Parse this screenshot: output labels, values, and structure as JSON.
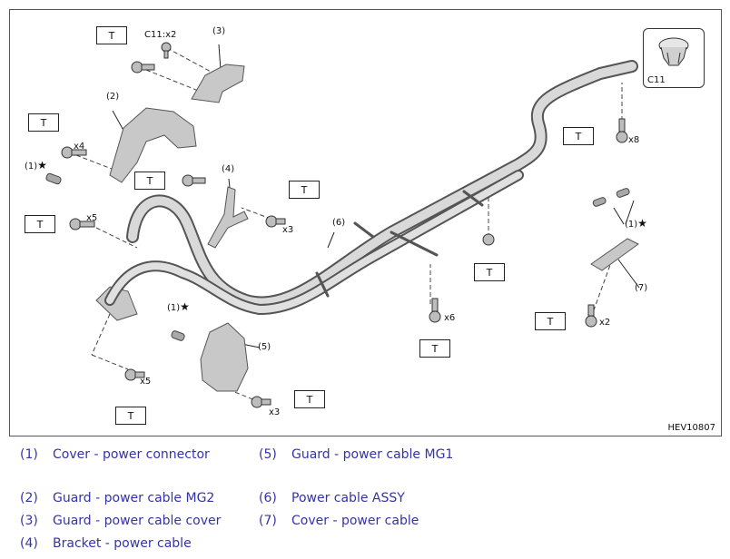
{
  "figure": {
    "diagram_code": "HEV10807",
    "torque_label": "T",
    "clip_inset_label": "C11",
    "callouts": {
      "c11_x2": "C11:x2",
      "p3": "(3)",
      "p2": "(2)",
      "p4": "(4)",
      "p6": "(6)",
      "p5": "(5)",
      "p7": "(7)",
      "p1_left": "(1)",
      "p1_mid": "(1)",
      "p1_right": "(1)",
      "star": "★"
    },
    "quantities": {
      "x4": "x4",
      "x5_left": "x5",
      "x3_bracket": "x3",
      "x8": "x8",
      "x6": "x6",
      "x2": "x2",
      "x5_bottom": "x5",
      "x3_bottom": "x3"
    }
  },
  "legend": [
    {
      "num": "(1)",
      "text": "Cover - power connector"
    },
    {
      "num": "(2)",
      "text": "Guard - power cable MG2"
    },
    {
      "num": "(3)",
      "text": "Guard - power cable cover"
    },
    {
      "num": "(4)",
      "text": "Bracket - power cable"
    },
    {
      "num": "(5)",
      "text": "Guard - power cable MG1"
    },
    {
      "num": "(6)",
      "text": "Power cable ASSY"
    },
    {
      "num": "(7)",
      "text": "Cover - power cable"
    }
  ],
  "colors": {
    "legend_text": "#3433a9",
    "part_fill": "#c8c8c8",
    "part_stroke": "#555555"
  }
}
